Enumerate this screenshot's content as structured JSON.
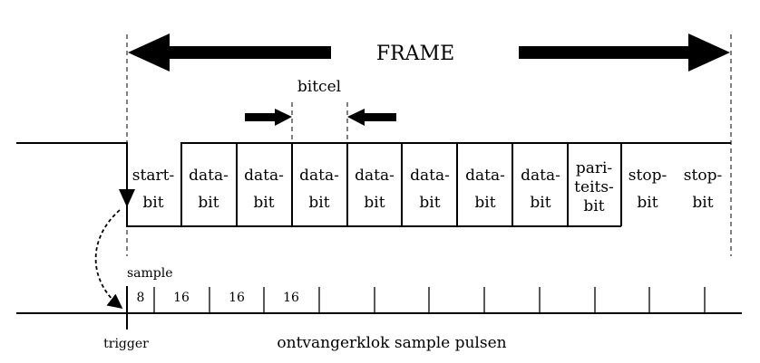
{
  "frame": {
    "label": "FRAME"
  },
  "bitcell": {
    "label": "bitcel"
  },
  "cells": [
    {
      "line1": "start-",
      "line2": "bit",
      "line3": ""
    },
    {
      "line1": "data-",
      "line2": "bit",
      "line3": ""
    },
    {
      "line1": "data-",
      "line2": "bit",
      "line3": ""
    },
    {
      "line1": "data-",
      "line2": "bit",
      "line3": ""
    },
    {
      "line1": "data-",
      "line2": "bit",
      "line3": ""
    },
    {
      "line1": "data-",
      "line2": "bit",
      "line3": ""
    },
    {
      "line1": "data-",
      "line2": "bit",
      "line3": ""
    },
    {
      "line1": "data-",
      "line2": "bit",
      "line3": ""
    },
    {
      "line1": "pari-",
      "line2": "teits-",
      "line3": "bit"
    },
    {
      "line1": "stop-",
      "line2": "bit",
      "line3": ""
    },
    {
      "line1": "stop-",
      "line2": "bit",
      "line3": ""
    }
  ],
  "sample": {
    "label": "sample",
    "counts": [
      "8",
      "16",
      "16",
      "16"
    ]
  },
  "trigger": {
    "label": "trigger"
  },
  "clock": {
    "label": "ontvangerklok sample pulsen"
  }
}
